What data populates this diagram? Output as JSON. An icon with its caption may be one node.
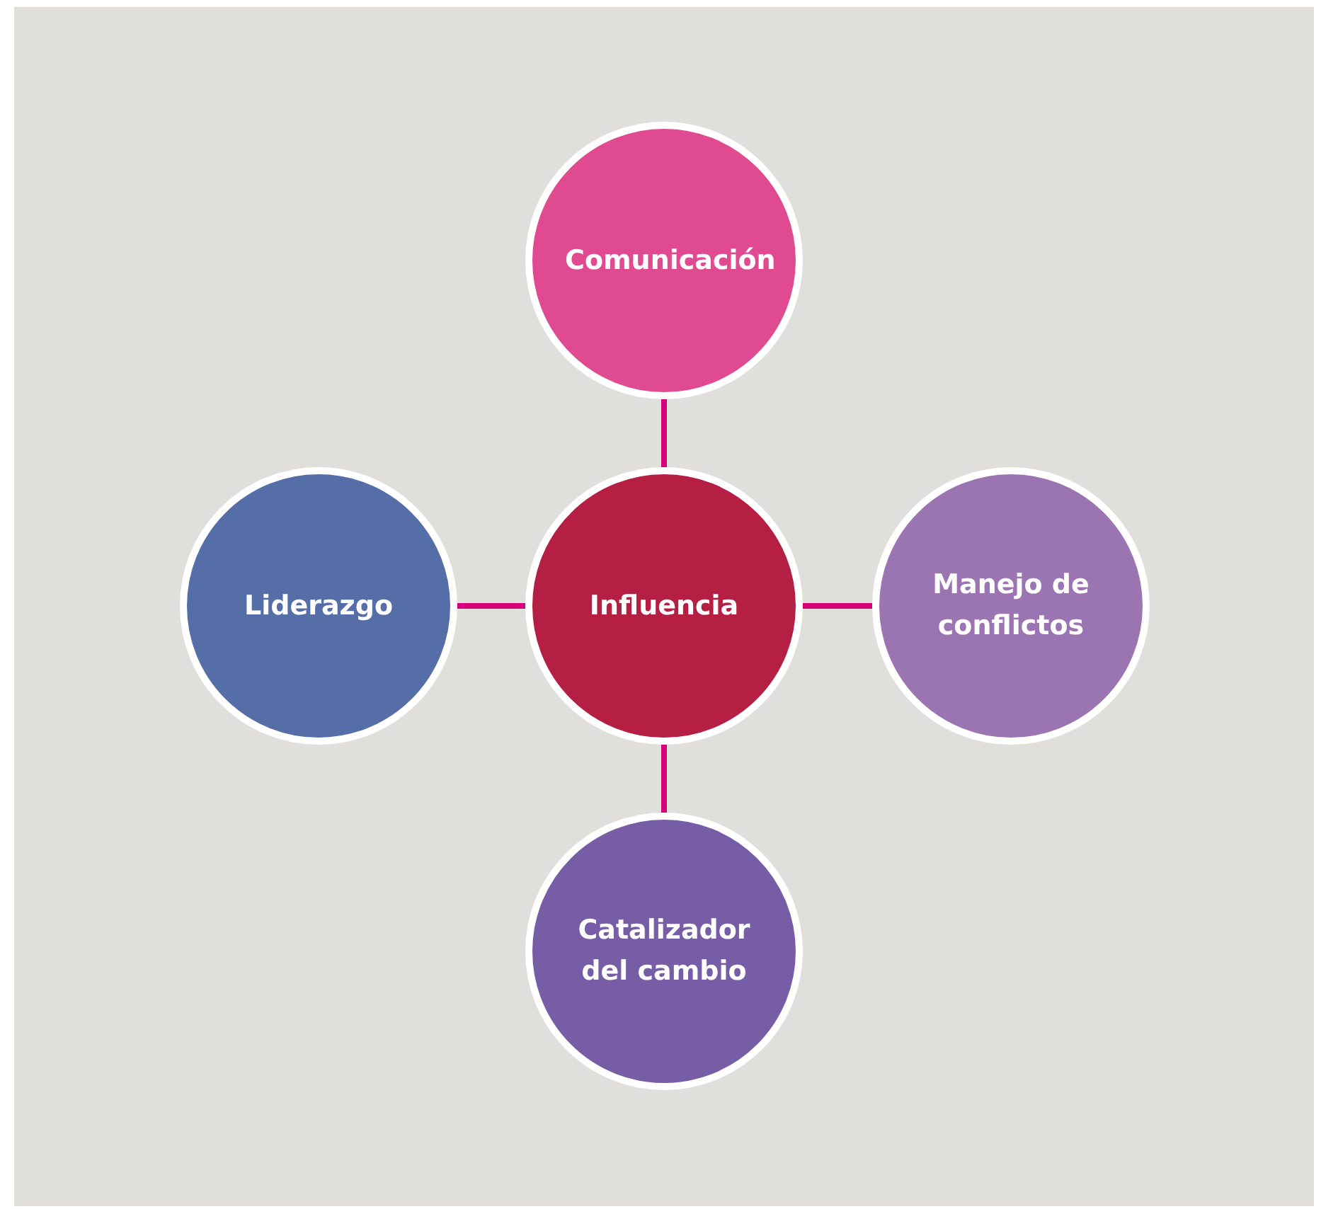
{
  "diagram": {
    "nodes": [
      {
        "text": [
          "Comunicación"
        ]
      },
      {
        "text": [
          "Liderazgo"
        ]
      },
      {
        "text": [
          "Influencia"
        ]
      },
      {
        "text": [
          "Manejo de conflictos"
        ]
      },
      {
        "text": [
          "Catalizador del cambio"
        ]
      }
    ],
    "edges": [
      {
        "from": 2,
        "to": 0,
        "arrow": "none"
      },
      {
        "from": 2,
        "to": 1,
        "arrow": "none"
      },
      {
        "from": 2,
        "to": 3,
        "arrow": "none"
      },
      {
        "from": 2,
        "to": 4,
        "arrow": "none"
      }
    ]
  }
}
